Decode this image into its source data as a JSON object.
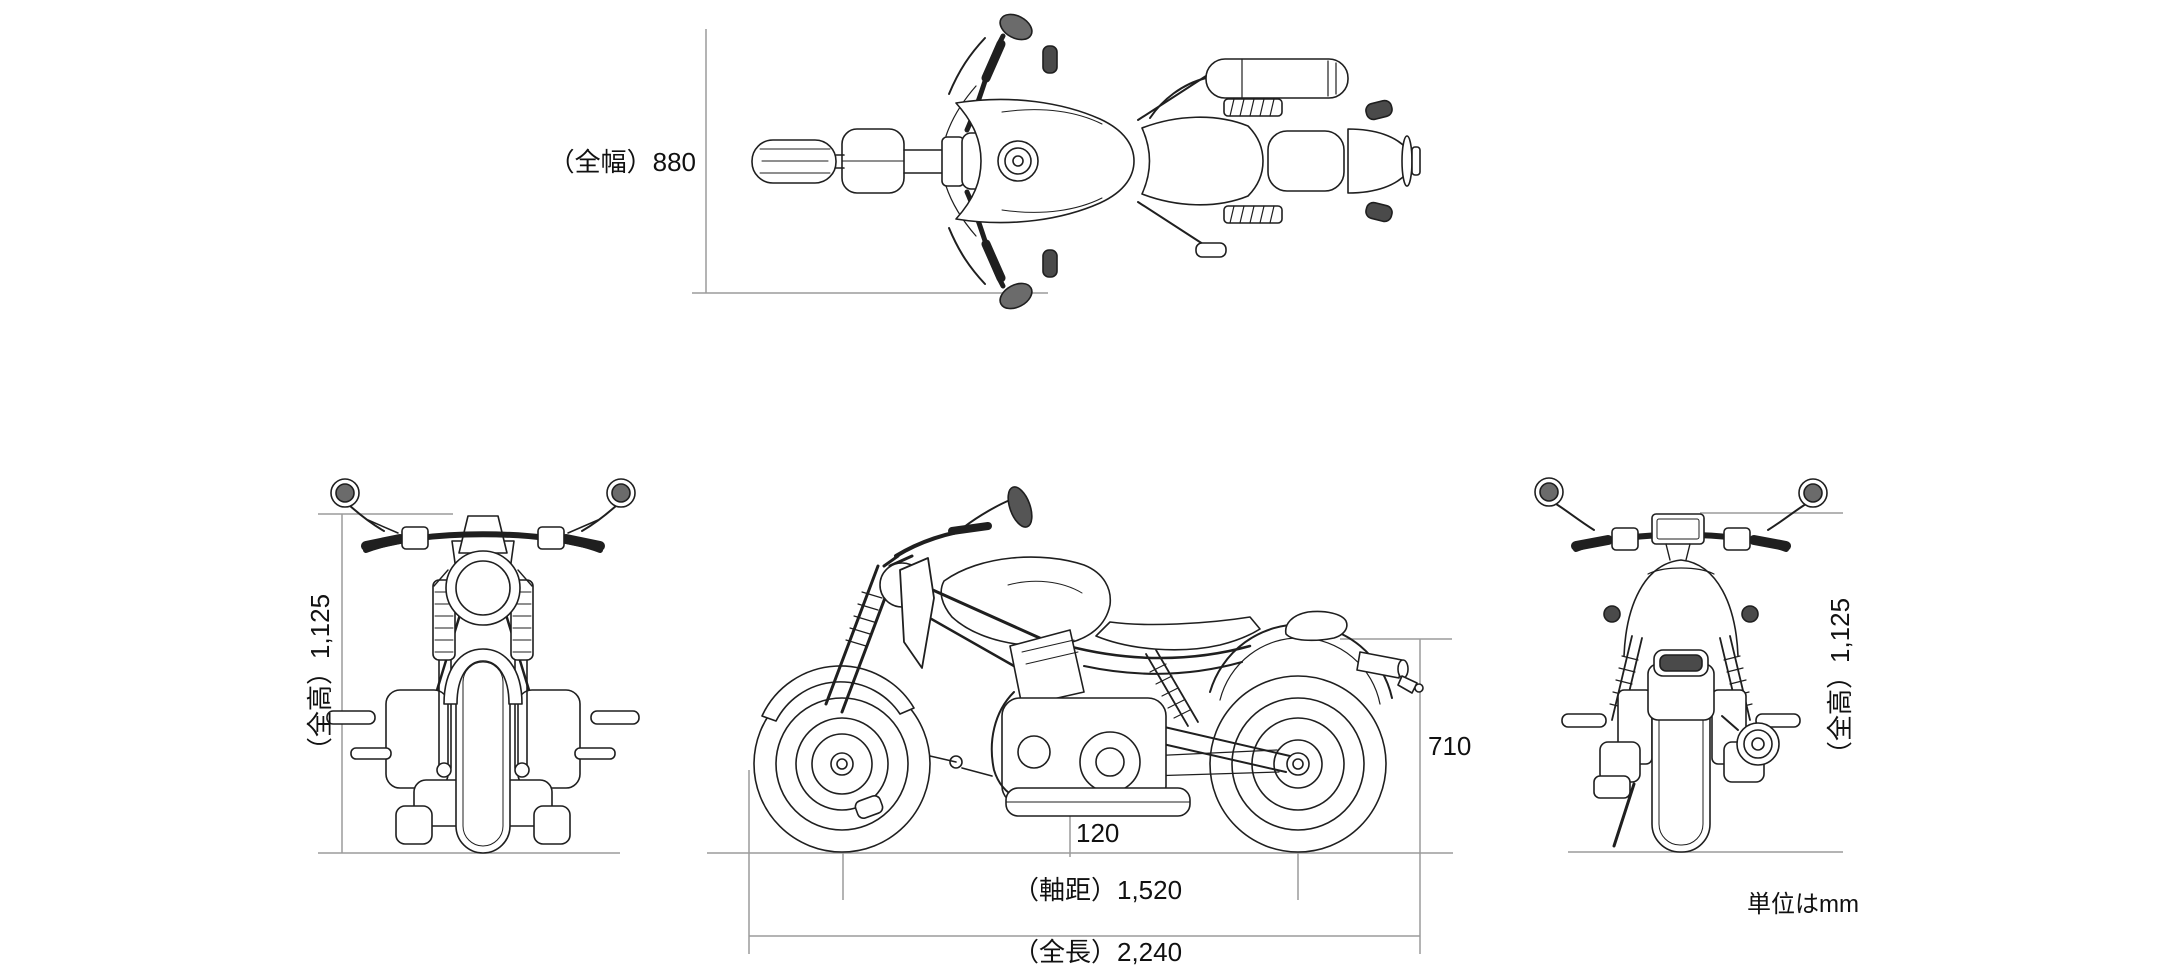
{
  "diagram": {
    "subject": "motorcycle-four-view-dimension-blueprint",
    "views": [
      {
        "name": "top-view"
      },
      {
        "name": "front-view"
      },
      {
        "name": "side-view"
      },
      {
        "name": "rear-view"
      }
    ],
    "unit_note": "単位はmm"
  },
  "labels": {
    "overall_width": "（全幅）880",
    "overall_height_left": "（全高）1,125",
    "overall_height_right": "（全高）1,125",
    "seat_height": "710",
    "ground_clearance": "120",
    "wheelbase": "（軸距）1,520",
    "overall_length": "（全長）2,240",
    "unit_note": "単位はmm"
  },
  "values_mm": {
    "overall_width": 880,
    "overall_height": 1125,
    "seat_height": 710,
    "ground_clearance": 120,
    "wheelbase": 1520,
    "overall_length": 2240
  },
  "colors": {
    "background": "#ffffff",
    "line_art": "#1f1f1f",
    "dimension_line": "#9b9b9b",
    "text": "#111111"
  }
}
